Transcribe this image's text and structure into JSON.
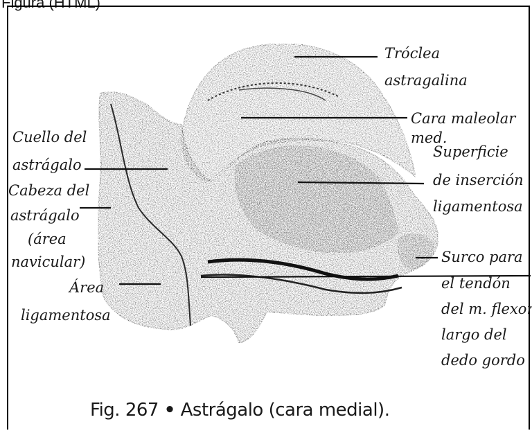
{
  "header_text": "Figura (HTML)",
  "labels": {
    "troclea_1": "Tróclea",
    "troclea_2": "astragalina",
    "maleolar_1": "Cara maleolar",
    "maleolar_2": "med.",
    "superficie_1": "Superficie",
    "superficie_2": "de inserción",
    "superficie_3": "ligamentosa",
    "surco_1": "Surco para",
    "surco_2": "el tendón",
    "surco_3": "del m. flexor",
    "surco_4": "largo del",
    "surco_5": "dedo gordo",
    "cuello_1": "Cuello del",
    "cuello_2": "astrágalo",
    "cabeza_1": "Cabeza del",
    "cabeza_2": "astrágalo",
    "cabeza_3": "(área",
    "cabeza_4": "navicular)",
    "area_1": "Área",
    "area_2": "ligamentosa"
  },
  "caption": {
    "fig_number": "Fig. 267",
    "bullet": "•",
    "title": "Astrágalo (cara medial)."
  }
}
